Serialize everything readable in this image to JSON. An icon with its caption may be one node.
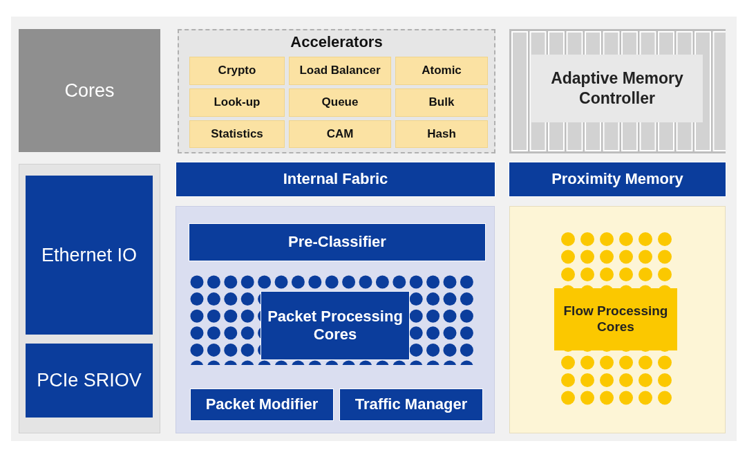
{
  "diagram": {
    "nodes": [
      {
        "text": [
          "Cores"
        ]
      },
      {
        "text": [
          "Accelerators"
        ]
      },
      {
        "text": [
          "Crypto"
        ],
        "in": 1
      },
      {
        "text": [
          "Load Balancer"
        ],
        "in": 1
      },
      {
        "text": [
          "Atomic"
        ],
        "in": 1
      },
      {
        "text": [
          "Look-up"
        ],
        "in": 1
      },
      {
        "text": [
          "Queue"
        ],
        "in": 1
      },
      {
        "text": [
          "Bulk"
        ],
        "in": 1
      },
      {
        "text": [
          "Statistics"
        ],
        "in": 1
      },
      {
        "text": [
          "CAM"
        ],
        "in": 1
      },
      {
        "text": [
          "Hash"
        ],
        "in": 1
      },
      {
        "text": [
          "Adaptive Memory Controller"
        ]
      },
      {
        "text": [
          "Internal Fabric"
        ]
      },
      {
        "text": [
          "Proximity Memory"
        ]
      },
      {
        "text": [],
        "shape": "box"
      },
      {
        "text": [
          "Ethernet IO"
        ],
        "in": 14
      },
      {
        "text": [
          "PCIe SRIOV"
        ],
        "in": 14
      },
      {
        "text": [],
        "shape": "box"
      },
      {
        "text": [
          "Pre-Classifier"
        ],
        "in": 17
      },
      {
        "text": [
          "Packet Processing Cores"
        ],
        "in": 17
      },
      {
        "text": [
          "Packet Modifier"
        ],
        "in": 17
      },
      {
        "text": [
          "Traffic Manager"
        ],
        "in": 17
      },
      {
        "text": [],
        "shape": "box"
      },
      {
        "text": [
          "Flow Processing Cores"
        ],
        "in": 22
      }
    ],
    "edges": []
  }
}
